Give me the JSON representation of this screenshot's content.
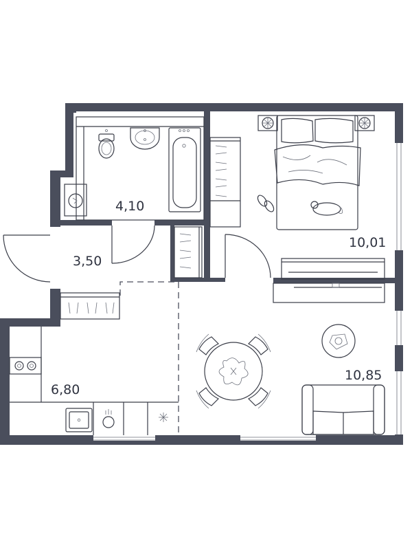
{
  "plan": {
    "rooms": [
      {
        "id": "bathroom",
        "area": "4,10"
      },
      {
        "id": "hallway",
        "area": "3,50"
      },
      {
        "id": "bedroom",
        "area": "10,01"
      },
      {
        "id": "living",
        "area": "10,85"
      },
      {
        "id": "kitchen",
        "area": "6,80"
      }
    ]
  },
  "colors": {
    "wall": "#4a4e5c",
    "line": "#3a3d48",
    "background": "#ffffff"
  }
}
